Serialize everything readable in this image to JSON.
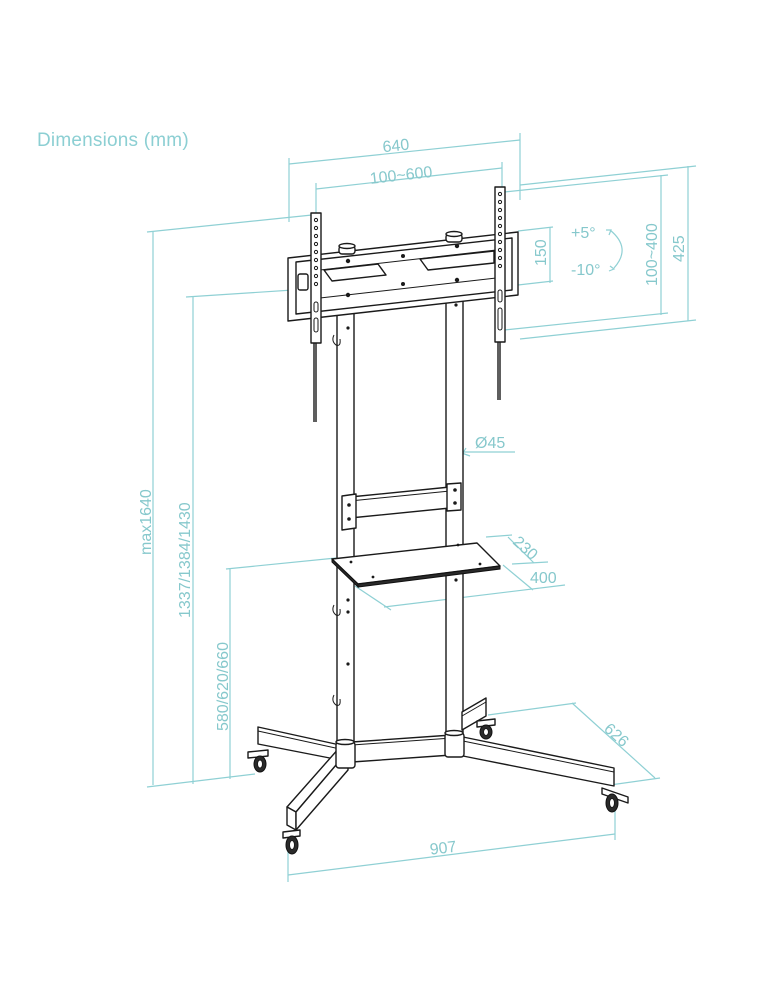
{
  "title": "Dimensions (mm)",
  "colors": {
    "dimension_line": "#8fd0d4",
    "dimension_text": "#86c8cc",
    "drawing_line": "#1a1a1a",
    "background": "#ffffff"
  },
  "dimensions": {
    "overall_width": "640",
    "vesa_horizontal": "100~600",
    "bracket_height": "150",
    "vesa_vertical": "100~400",
    "plate_height": "425",
    "tilt_up": "+5°",
    "tilt_down": "-10°",
    "pole_diameter": "Ø45",
    "shelf_depth": "230",
    "shelf_width": "400",
    "max_height": "max1640",
    "mount_heights": "1337/1384/1430",
    "shelf_heights": "580/620/660",
    "base_depth": "626",
    "base_width": "907"
  },
  "components": {
    "wall_plate": "tv-mounting-bracket",
    "arms": "vertical-vesa-arms",
    "poles": "twin-uprights",
    "crossbar": "middle-crossbar",
    "shelf": "av-shelf",
    "base": "four-leg-base",
    "casters": "locking-casters"
  }
}
